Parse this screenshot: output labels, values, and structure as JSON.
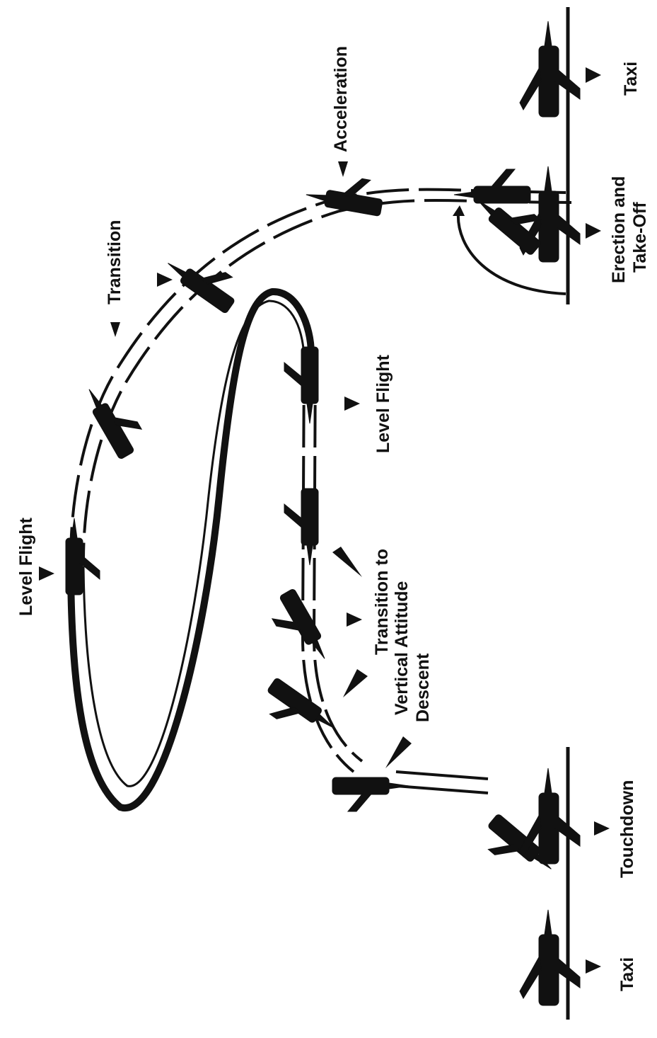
{
  "labels": {
    "taxi_start": "Taxi",
    "erection_line1": "Erection and",
    "erection_line2": "Take-Off",
    "acceleration": "Acceleration",
    "transition": "Transition",
    "level_flight_top": "Level Flight",
    "level_flight_mid": "Level Flight",
    "transition_vertical_line1": "Transition to",
    "transition_vertical_line2": "Vertical Attitude",
    "descent": "Descent",
    "touchdown": "Touchdown",
    "taxi_end": "Taxi"
  },
  "colors": {
    "ink": "#111111",
    "paper": "#ffffff"
  }
}
